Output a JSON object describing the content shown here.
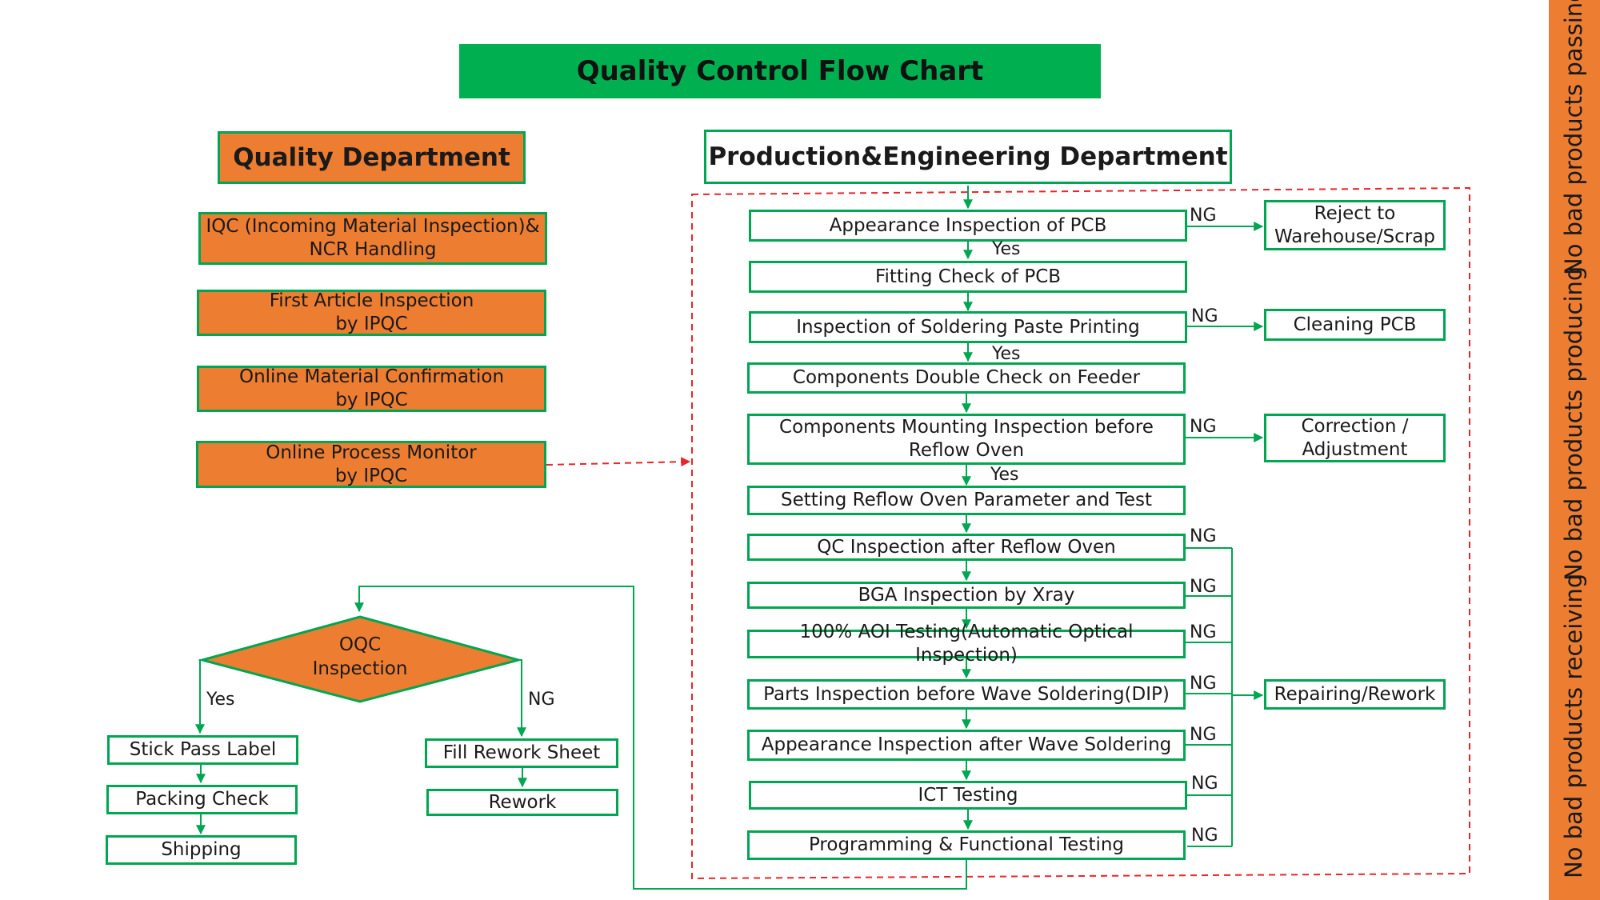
{
  "title": "Quality Control Flow Chart",
  "quality_department": {
    "heading": "Quality Department",
    "items": [
      "IQC (Incoming Material Inspection)&\nNCR Handling",
      "First Article Inspection\nby IPQC",
      "Online Material Confirmation\nby IPQC",
      "Online Process Monitor\nby IPQC"
    ]
  },
  "production_department": {
    "heading": "Production&Engineering Department",
    "steps": [
      "Appearance Inspection of PCB",
      "Fitting Check of PCB",
      "Inspection of Soldering Paste Printing",
      "Components Double Check on Feeder",
      "Components Mounting Inspection before\nReflow Oven",
      "Setting Reflow Oven Parameter and Test",
      "QC Inspection after Reflow Oven",
      "BGA Inspection by Xray",
      "100% AOI Testing(Automatic Optical Inspection)",
      "Parts Inspection before Wave Soldering(DIP)",
      "Appearance Inspection after Wave Soldering",
      "ICT Testing",
      "Programming & Functional  Testing"
    ],
    "outcomes": [
      "Reject to\nWarehouse/Scrap",
      "Cleaning PCB",
      "Correction /\nAdjustment",
      "Repairing/Rework"
    ],
    "ng_label": "NG",
    "yes_label": "Yes"
  },
  "oqc": {
    "decision": "OQC\nInspection",
    "yes_label": "Yes",
    "ng_label": "NG",
    "pass_path": [
      "Stick Pass Label",
      "Packing Check",
      "Shipping"
    ],
    "fail_path": [
      "Fill Rework Sheet",
      "Rework"
    ]
  },
  "sidebar": {
    "labels": [
      "No bad products receiving",
      "No bad products producing",
      "No bad products passing"
    ],
    "color": "#ed7d31"
  },
  "colors": {
    "green": "#00a651",
    "orange": "#ed7d31",
    "title_green": "#00b050",
    "dashed_red": "#e8262a"
  }
}
